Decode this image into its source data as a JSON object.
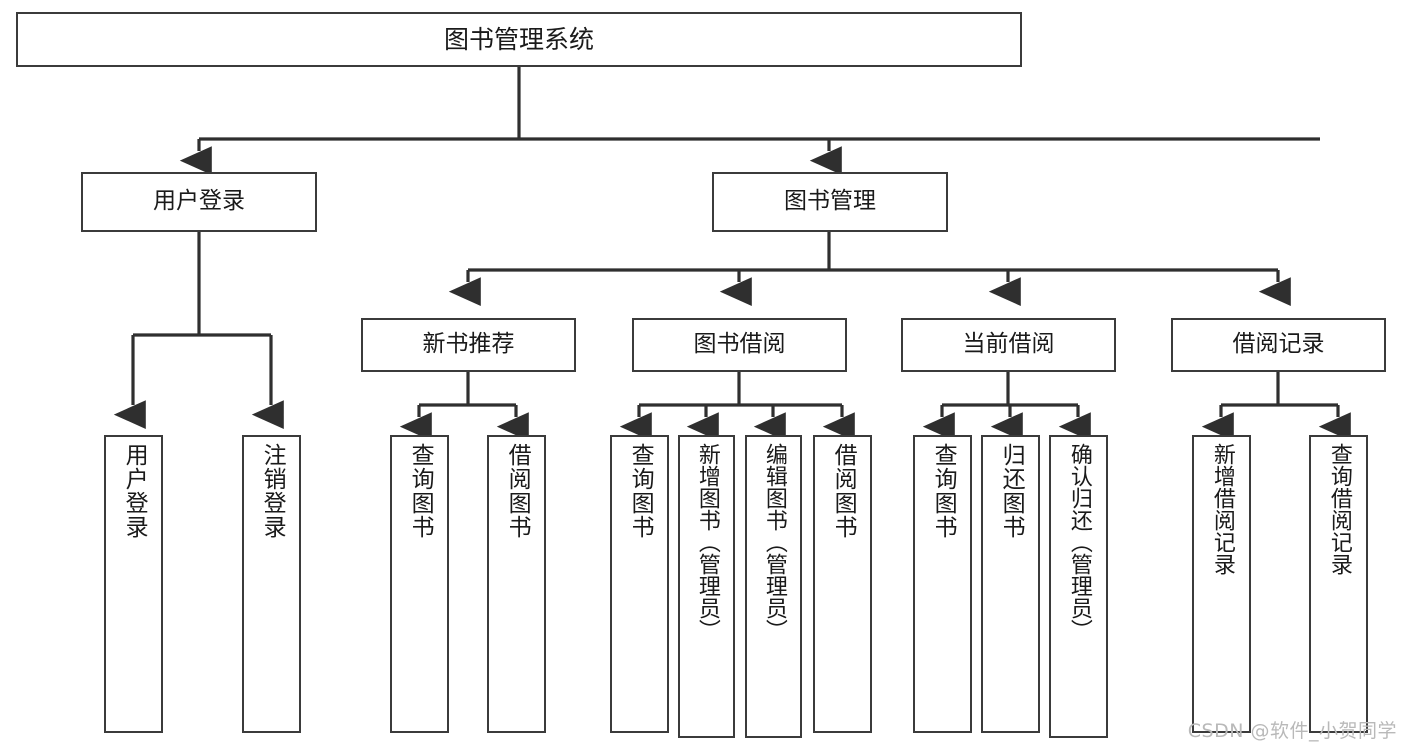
{
  "diagram": {
    "title": "图书管理系统",
    "watermark": "CSDN @软件_小贺同学",
    "colors": {
      "box_border": "#3b3b3b",
      "box_fill": "#ffffff",
      "connector": "#2f2f2f",
      "text": "#1a1a1a",
      "watermark": "#b9b9b9",
      "background": "#ffffff"
    },
    "root": {
      "label": "图书管理系统"
    },
    "level2": [
      {
        "label": "用户登录"
      },
      {
        "label": "图书管理"
      }
    ],
    "level3": [
      {
        "label": "新书推荐"
      },
      {
        "label": "图书借阅"
      },
      {
        "label": "当前借阅"
      },
      {
        "label": "借阅记录"
      }
    ],
    "leaves": {
      "user_login": [
        {
          "label": "用户登录"
        },
        {
          "label": "注销登录"
        }
      ],
      "new_book": [
        {
          "label": "查询图书"
        },
        {
          "label": "借阅图书"
        }
      ],
      "book_borrow": [
        {
          "label": "查询图书"
        },
        {
          "label": "新增图书（管理员）"
        },
        {
          "label": "编辑图书（管理员）"
        },
        {
          "label": "借阅图书"
        }
      ],
      "current_borrow": [
        {
          "label": "查询图书"
        },
        {
          "label": "归还图书"
        },
        {
          "label": "确认归还（管理员）"
        }
      ],
      "borrow_record": [
        {
          "label": "新增借阅记录"
        },
        {
          "label": "查询借阅记录"
        }
      ]
    }
  }
}
